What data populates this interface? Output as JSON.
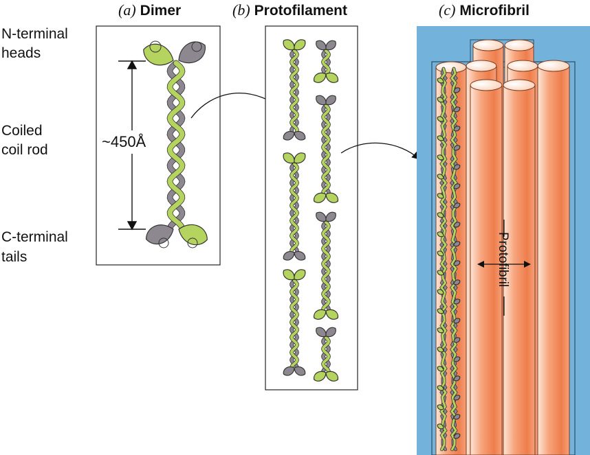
{
  "panels": {
    "a": {
      "letter": "(a)",
      "name": "Dimer"
    },
    "b": {
      "letter": "(b)",
      "name": "Protofilament"
    },
    "c": {
      "letter": "(c)",
      "name": "Microfibril"
    }
  },
  "labels": {
    "n_terminal_1": "N-terminal",
    "n_terminal_2": "heads",
    "coiled_1": "Coiled",
    "coiled_2": "coil rod",
    "c_terminal_1": "C-terminal",
    "c_terminal_2": "tails",
    "length": "~450Å",
    "protofibril": "Protofibril"
  },
  "colors": {
    "green": "#b5d35f",
    "gray": "#8d8790",
    "blue": "#73b2db",
    "tube": "#f08a5a",
    "tube_light": "#fde1cf"
  }
}
